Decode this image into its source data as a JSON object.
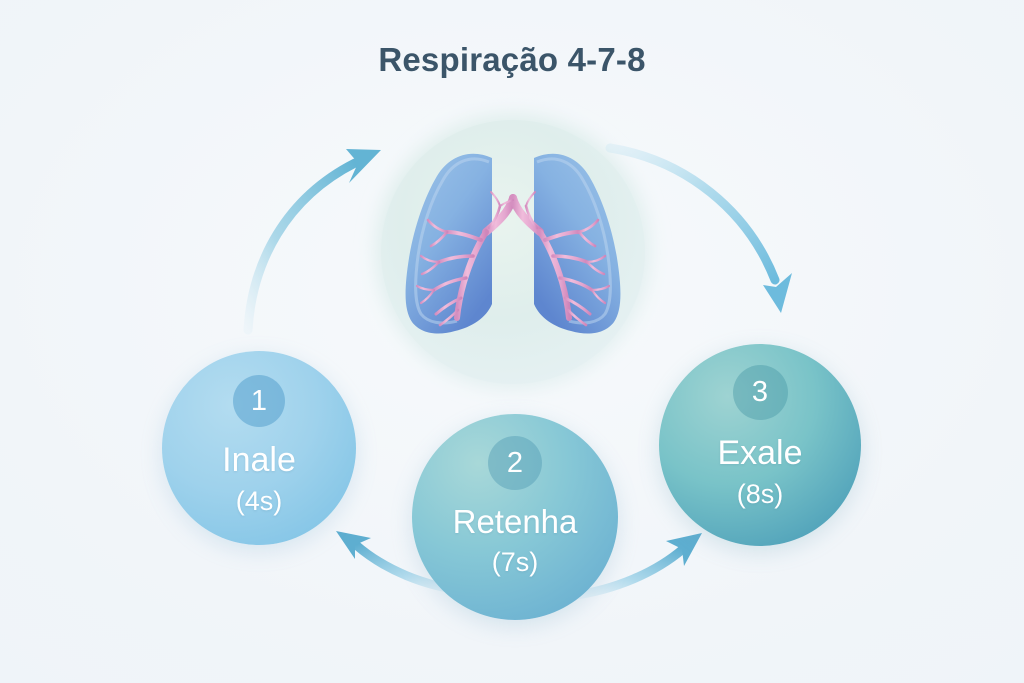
{
  "title": "Respiração 4-7-8",
  "illustration": {
    "name": "lungs-illustration",
    "description": "lungs with bronchial tree",
    "backdrop_color": "#e3f0ec",
    "lung_color": "#7aa7df",
    "bronchi_color": "#e3a8cc"
  },
  "colors": {
    "background": "#f2f6fa",
    "title": "#3b5569",
    "arrow": "#7cc2dd",
    "step1": "#9fd2ec",
    "step2": "#87c8d6",
    "step3": "#79c3c8",
    "text": "#ffffff"
  },
  "steps": [
    {
      "number": "1",
      "label": "Inale",
      "time": "(4s)"
    },
    {
      "number": "2",
      "label": "Retenha",
      "time": "(7s)"
    },
    {
      "number": "3",
      "label": "Exale",
      "time": "(8s)"
    }
  ],
  "arrows": [
    {
      "name": "arrow-inhale-to-lungs",
      "direction": "up-right"
    },
    {
      "name": "arrow-lungs-to-exhale",
      "direction": "down-right"
    },
    {
      "name": "arrow-hold-to-inhale",
      "direction": "up-left"
    },
    {
      "name": "arrow-hold-to-exhale",
      "direction": "up-right"
    }
  ]
}
